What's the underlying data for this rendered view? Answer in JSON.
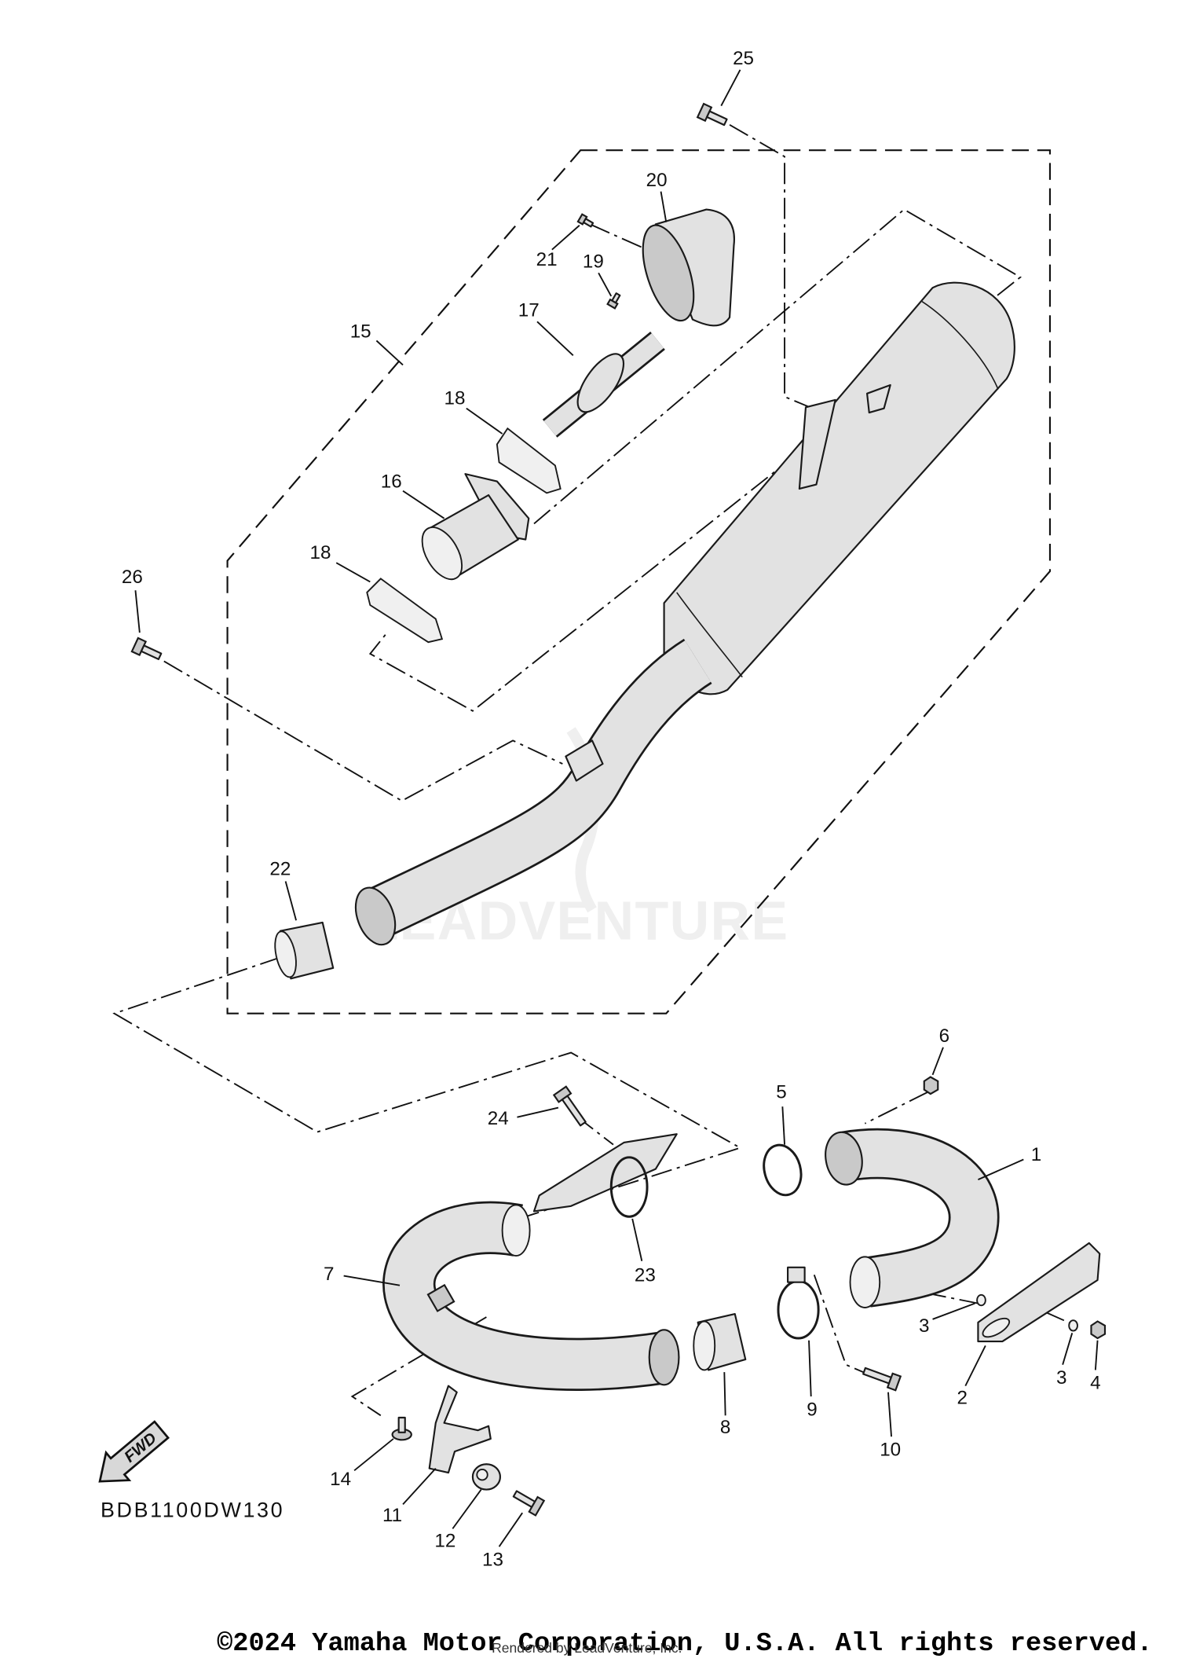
{
  "diagram": {
    "code": "BDB1100DW130",
    "fwd_label": "FWD",
    "watermark": "LEADVENTURE"
  },
  "callouts": [
    "25",
    "20",
    "21",
    "19",
    "17",
    "15",
    "18",
    "16",
    "18",
    "26",
    "22",
    "6",
    "5",
    "1",
    "24",
    "23",
    "7",
    "3",
    "3",
    "4",
    "2",
    "9",
    "8",
    "10",
    "14",
    "11",
    "12",
    "13"
  ],
  "footer": {
    "copyright": "©2024 Yamaha Motor Corporation, U.S.A. All rights reserved.",
    "rendered_by": "Rendered by LeadVenture, Inc."
  },
  "colors": {
    "background": "#ffffff",
    "line": "#111111",
    "part_fill": "#e2e2e2"
  }
}
